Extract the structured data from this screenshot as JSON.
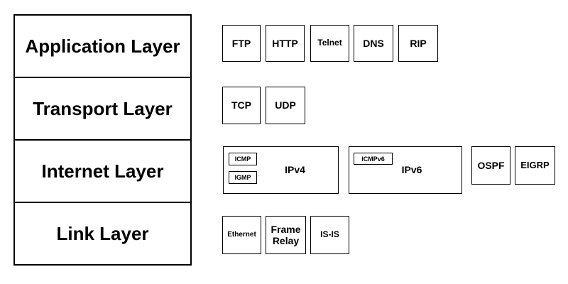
{
  "layers": [
    {
      "label": "Application Layer"
    },
    {
      "label": "Transport Layer"
    },
    {
      "label": "Internet Layer"
    },
    {
      "label": "Link Layer"
    }
  ],
  "application": {
    "ftp": "FTP",
    "http": "HTTP",
    "telnet": "Telnet",
    "dns": "DNS",
    "rip": "RIP"
  },
  "transport": {
    "tcp": "TCP",
    "udp": "UDP"
  },
  "internet": {
    "ipv4": "IPv4",
    "icmp": "ICMP",
    "igmp": "IGMP",
    "ipv6": "IPv6",
    "icmpv6": "ICMPv6",
    "ospf": "OSPF",
    "eigrp": "EIGRP"
  },
  "link": {
    "ethernet": "Ethernet",
    "frame_relay_line1": "Frame",
    "frame_relay_line2": "Relay",
    "isis": "IS-IS"
  }
}
